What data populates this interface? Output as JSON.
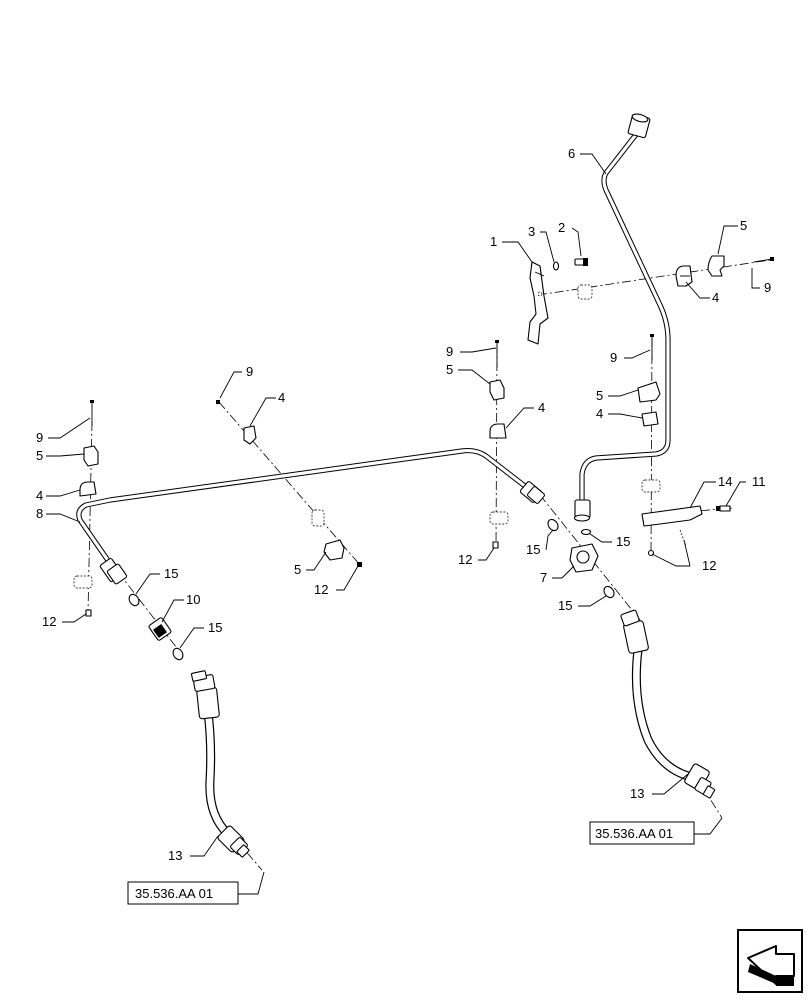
{
  "callouts": {
    "c1": "1",
    "c2": "2",
    "c3": "3",
    "c4a": "4",
    "c4b": "4",
    "c4c": "4",
    "c4d": "4",
    "c4e": "4",
    "c5a": "5",
    "c5b": "5",
    "c5c": "5",
    "c5d": "5",
    "c5e": "5",
    "c6": "6",
    "c7": "7",
    "c8": "8",
    "c9a": "9",
    "c9b": "9",
    "c9c": "9",
    "c9d": "9",
    "c9e": "9",
    "c10": "10",
    "c11": "11",
    "c12a": "12",
    "c12b": "12",
    "c12c": "12",
    "c12d": "12",
    "c13a": "13",
    "c13b": "13",
    "c14": "14",
    "c15a": "15",
    "c15b": "15",
    "c15c": "15",
    "c15d": "15",
    "c15e": "15"
  },
  "references": {
    "ref_left": "35.536.AA 01",
    "ref_right": "35.536.AA 01"
  },
  "icons": {
    "nav_arrow": "navigation-arrow-icon"
  }
}
